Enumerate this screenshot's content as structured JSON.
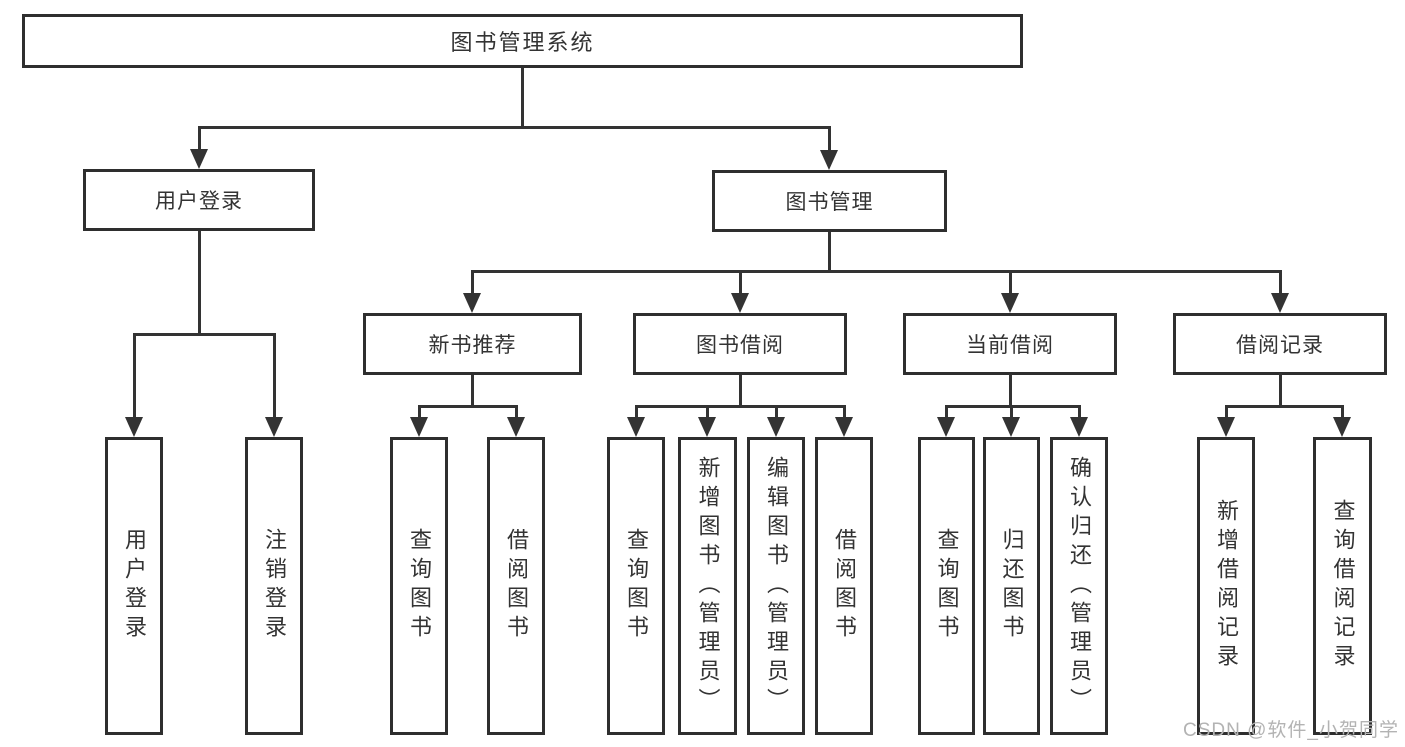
{
  "tree": {
    "root": {
      "label": "图书管理系统"
    },
    "level1": [
      {
        "label": "用户登录"
      },
      {
        "label": "图书管理"
      }
    ],
    "level2": [
      {
        "label": "新书推荐"
      },
      {
        "label": "图书借阅"
      },
      {
        "label": "当前借阅"
      },
      {
        "label": "借阅记录"
      }
    ],
    "leaves": {
      "login": [
        {
          "label": "用户登录"
        },
        {
          "label": "注销登录"
        }
      ],
      "recommend": [
        {
          "label": "查询图书"
        },
        {
          "label": "借阅图书"
        }
      ],
      "borrow": [
        {
          "label": "查询图书"
        },
        {
          "label": "新增图书（管理员）"
        },
        {
          "label": "编辑图书（管理员）"
        },
        {
          "label": "借阅图书"
        }
      ],
      "current": [
        {
          "label": "查询图书"
        },
        {
          "label": "归还图书"
        },
        {
          "label": "确认归还（管理员）"
        }
      ],
      "records": [
        {
          "label": "新增借阅记录"
        },
        {
          "label": "查询借阅记录"
        }
      ]
    }
  },
  "watermark": {
    "text": "CSDN @软件_小贺同学"
  },
  "colors": {
    "line": "#333333",
    "box_border": "#2e2e2e",
    "box_background": "#ffffff",
    "text": "#333333",
    "watermark": "#b3b3b3",
    "page_background": "#ffffff"
  }
}
